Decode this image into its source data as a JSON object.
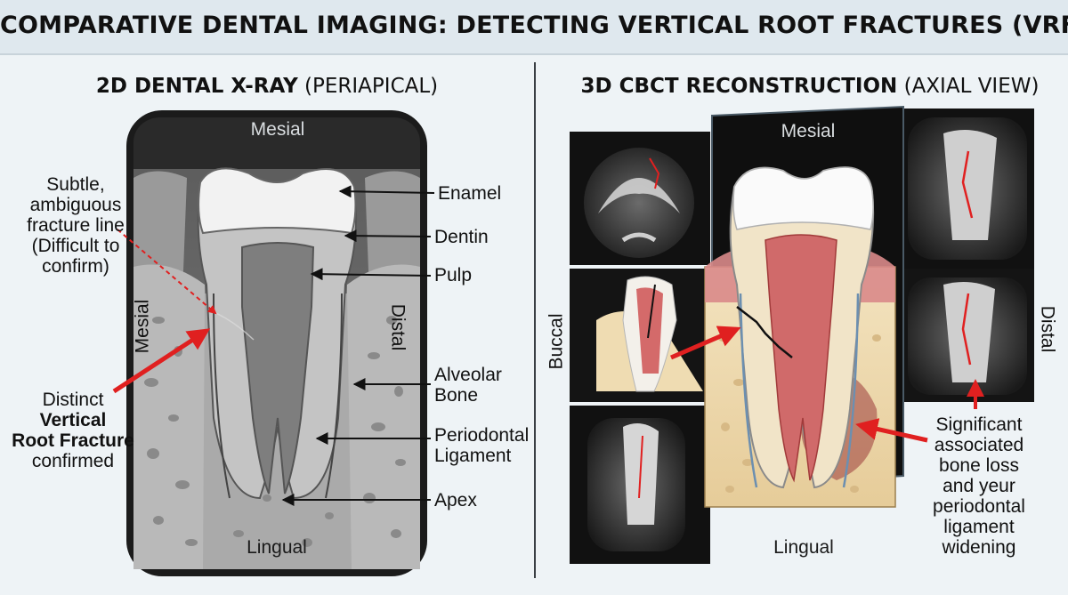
{
  "title": "COMPARATIVE DENTAL IMAGING: DETECTING VERTICAL ROOT FRACTURES (VRF)",
  "left_panel": {
    "heading_bold": "2D DENTAL X-RAY",
    "heading_light": "(PERIAPICAL)",
    "orient": {
      "top": "Mesial",
      "bottom": "Lingual",
      "left": "Mesial",
      "right": "Distal"
    },
    "labels": {
      "enamel": "Enamel",
      "dentin": "Dentin",
      "pulp": "Pulp",
      "alveolar_1": "Alveolar",
      "alveolar_2": "Bone",
      "pdl_1": "Periodontal",
      "pdl_2": "Ligament",
      "apex": "Apex"
    },
    "subtle": [
      "Subtle,",
      "ambiguous",
      "fracture line",
      "(Difficult to",
      "confirm)"
    ],
    "distinct": {
      "line1": "Distinct",
      "bold1": "Vertical",
      "bold2": "Root Fracture",
      "line4": "confirmed"
    }
  },
  "right_panel": {
    "heading_bold": "3D CBCT RECONSTRUCTION",
    "heading_light": "(AXIAL VIEW)",
    "orient": {
      "top": "Mesial",
      "bottom": "Lingual",
      "left": "Buccal",
      "right": "Distal"
    },
    "note": [
      "Significant",
      "associated",
      "bone loss",
      "and yeur",
      "periodontal",
      "ligament",
      "widening"
    ]
  },
  "colors": {
    "fracture": "#e02020",
    "enamel": "#f4f4f4",
    "bone": "#efdcb2",
    "gum": "#d98a8a"
  }
}
